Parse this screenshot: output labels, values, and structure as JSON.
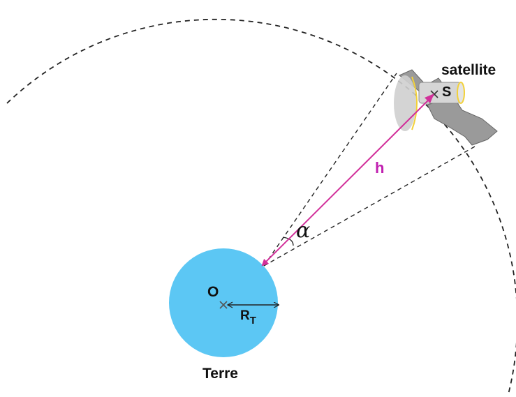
{
  "labels": {
    "satellite": "satellite",
    "S": "S",
    "h": "h",
    "alpha": "α",
    "O": "O",
    "R": "R",
    "T_sub": "T",
    "earth": "Terre"
  },
  "colors": {
    "earth": "#5cc7f4",
    "h_arrow": "#d2309a",
    "h_label": "#c020b0",
    "dashes": "#222222",
    "satellite_body": "#cfcfcf",
    "solar_panel": "#9a9a9a",
    "antenna_rim": "#f2d13a"
  }
}
